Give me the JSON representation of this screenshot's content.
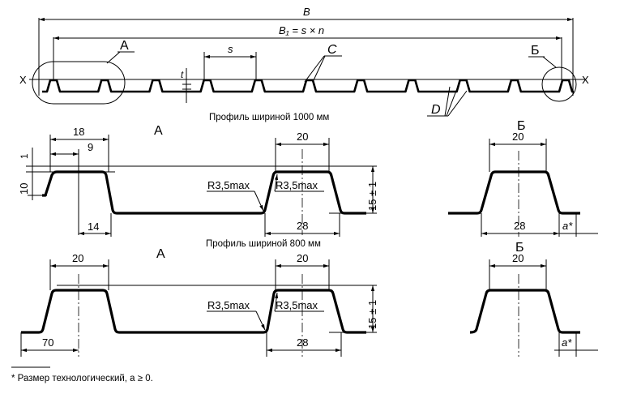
{
  "overview": {
    "dim_B": "B",
    "dim_B1": "B₁ = s × n",
    "dim_s": "s",
    "dim_t": "t",
    "axis_left": "X",
    "axis_right": "X",
    "mark_A": "А",
    "mark_B": "Б",
    "mark_C": "C",
    "mark_D": "D",
    "caption": "Профиль шириной 1000 мм"
  },
  "detail_1000": {
    "view_A": "А",
    "view_B": "Б",
    "dim_18": "18",
    "dim_9": "9",
    "dim_1": "1",
    "dim_10": "10",
    "dim_14": "14",
    "dim_20": "20",
    "dim_28": "28",
    "dim_height": "15 ± 1",
    "radius_left": "R3,5max",
    "radius_right": "R3,5max",
    "b_dim_20": "20",
    "b_dim_28": "28",
    "b_dim_a": "a*"
  },
  "detail_800": {
    "caption": "Профиль шириной 800 мм",
    "view_A": "А",
    "view_B": "Б",
    "dim_20_left": "20",
    "dim_70": "70",
    "dim_20": "20",
    "dim_28": "28",
    "dim_height": "15 ± 1",
    "radius_left": "R3,5max",
    "radius_right": "R3,5max",
    "b_dim_20": "20",
    "b_dim_a": "a*"
  },
  "footnote": "* Размер технологический, a ≥ 0."
}
